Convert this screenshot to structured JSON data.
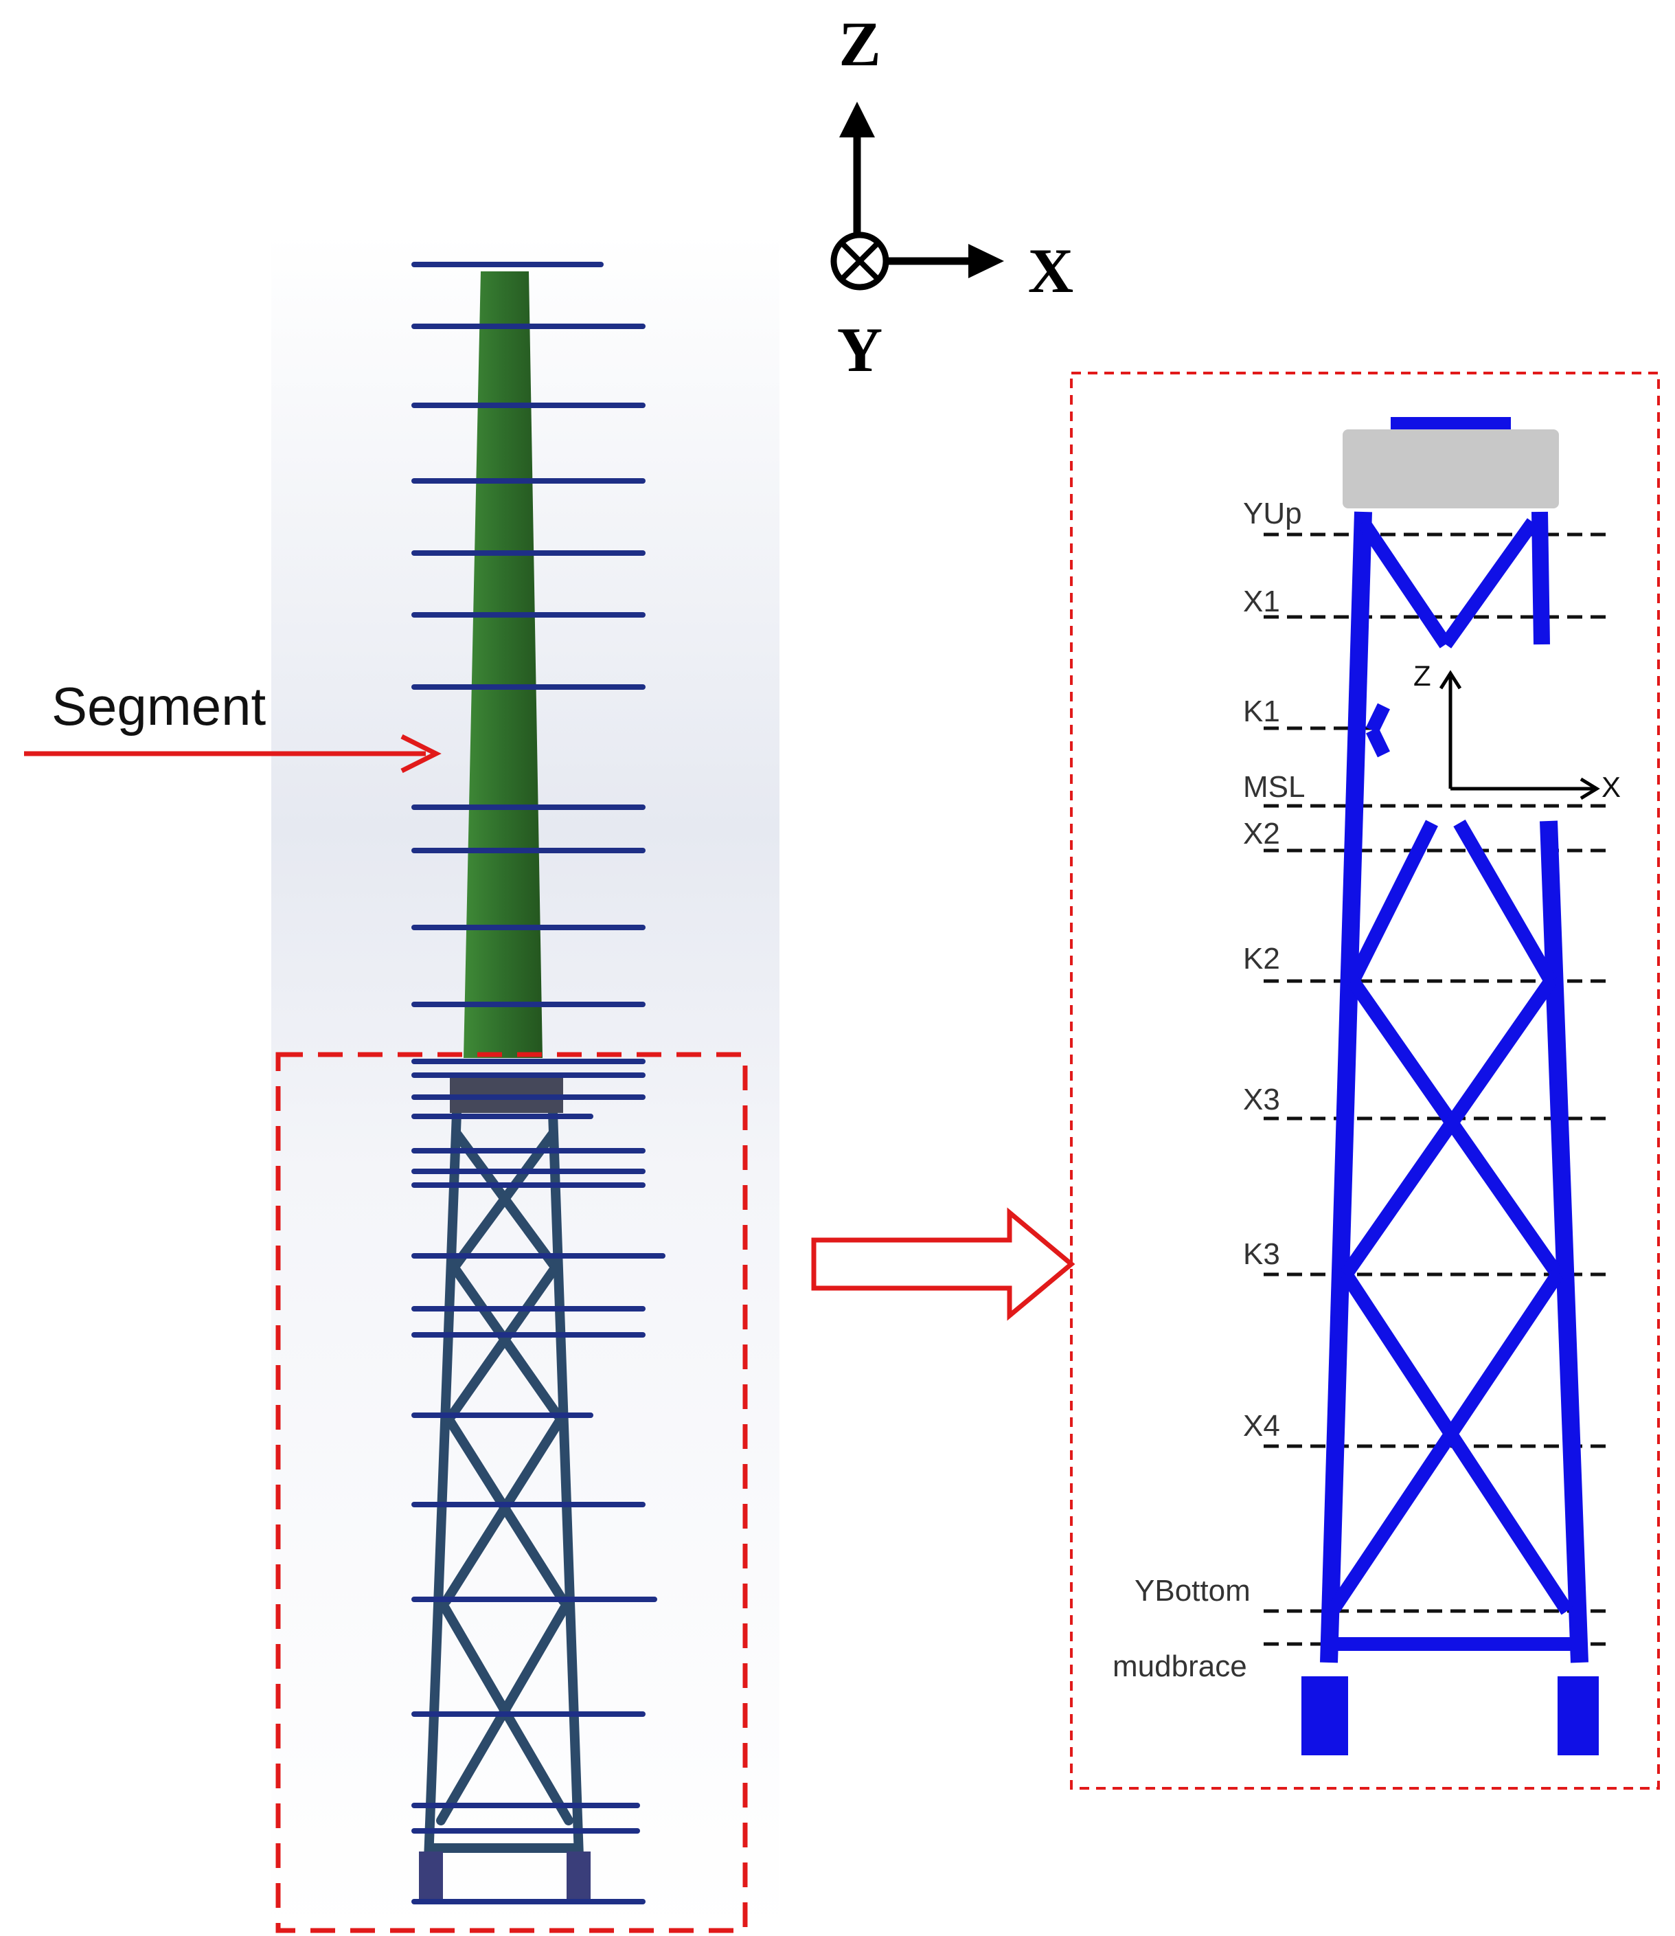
{
  "axes_legend": {
    "z_label": "Z",
    "x_label": "X",
    "y_label": "Y"
  },
  "segment_label": "Segment",
  "detail_levels": [
    "YUp",
    "X1",
    "K1",
    "MSL",
    "X2",
    "K2",
    "X3",
    "K3",
    "X4",
    "YBottom",
    "mudbrace"
  ],
  "local_axes": {
    "z_label": "Z",
    "x_label": "X"
  },
  "colors": {
    "tower": "#2f6e2b",
    "jacket_left": "#2c4a6a",
    "segment_line": "#1e2f86",
    "jacket_detail": "#1010e6",
    "transition_piece": "#c8c8c8",
    "highlight": "#e11a1a"
  }
}
